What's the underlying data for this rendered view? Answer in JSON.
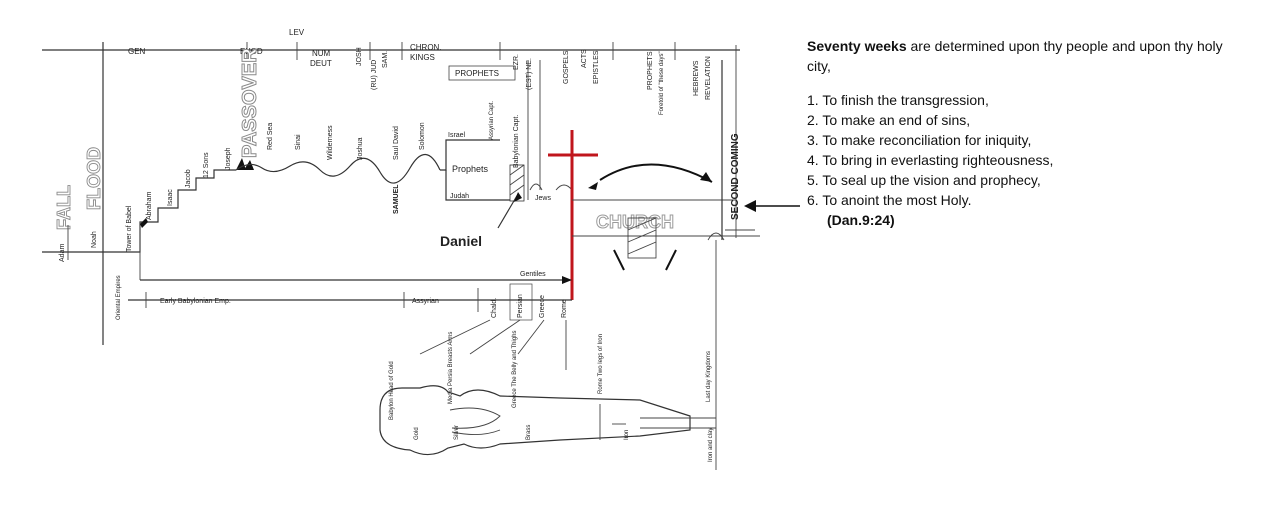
{
  "verse": {
    "intro_bold": "Seventy weeks",
    "intro_rest": " are determined upon thy people and upon thy holy city,",
    "items": [
      "1. To finish the transgression,",
      "2. To make an end of sins,",
      "3. To make reconciliation for iniquity,",
      "4. To bring in everlasting righteousness,",
      "5. To seal up the vision and prophecy,",
      "6. To anoint the most Holy."
    ],
    "reference": "(Dan.9:24)"
  },
  "timeline": {
    "books": {
      "gen": "GEN",
      "exod": "EXOD",
      "lev": "LEV",
      "num": "NUM",
      "deut": "DEUT",
      "josh": "JOSH",
      "ru_jud": "(RU) JUD",
      "sam": "SAM.",
      "chron": "CHRON.",
      "kings": "KINGS",
      "prophets": "PROPHETS",
      "ezr": "EZR.",
      "est_ne": "(EST) NE.",
      "gospels": "GOSPELS",
      "acts": "ACTS",
      "epistles": "EPISTLES",
      "prophets_last": "PROPHETS",
      "foretold": "Foretold of \"these days\"",
      "hebrews": "HEBREWS",
      "revelation": "REVELATION"
    },
    "events": {
      "fall": "FALL",
      "flood": "FLOOD",
      "adam": "Adam",
      "noah": "Noah",
      "tower": "Tower of Babel",
      "abraham": "Abraham",
      "isaac": "Isaac",
      "jacob": "Jacob",
      "sons": "12 Sons",
      "joseph": "Joseph",
      "passover": "PASSOVER",
      "red_sea": "Red Sea",
      "sinai": "Sinai",
      "wilderness": "Wilderness",
      "joshua": "Joshua",
      "saul_david": "Saul David",
      "solomon": "Solomon",
      "samuel": "SAMUEL",
      "israel": "Israel",
      "assyrian_capt": "Assyrian Capt.",
      "prophets": "Prophets",
      "judah": "Judah",
      "babylonian_capt": "Babylonian Capt.",
      "jews": "Jews",
      "church": "CHURCH",
      "second_coming": "SECOND COMING",
      "daniel": "Daniel",
      "gentiles": "Gentiles"
    },
    "empires": {
      "oriental": "Oriental Empires",
      "early_babylonian": "Early Babylonian Emp.",
      "assyrian": "Assyrian",
      "chald": "Chald.",
      "persian": "Persian",
      "greece": "Greece",
      "rome": "Rome"
    },
    "statue": {
      "babylon": "Babylon Head of Gold",
      "media_persia": "Media Persia Breasts Arms",
      "greece": "Greece The Belly and Thighs",
      "rome": "Rome Two legs of Iron",
      "last_day": "Last day Kingdoms",
      "gold": "Gold",
      "silver": "Silver",
      "brass": "Brass",
      "iron": "Iron",
      "clay": "Iron and clay"
    },
    "colors": {
      "cross": "#c0161c",
      "passover": "#8a8a8a",
      "church": "#9a9a9a"
    }
  }
}
